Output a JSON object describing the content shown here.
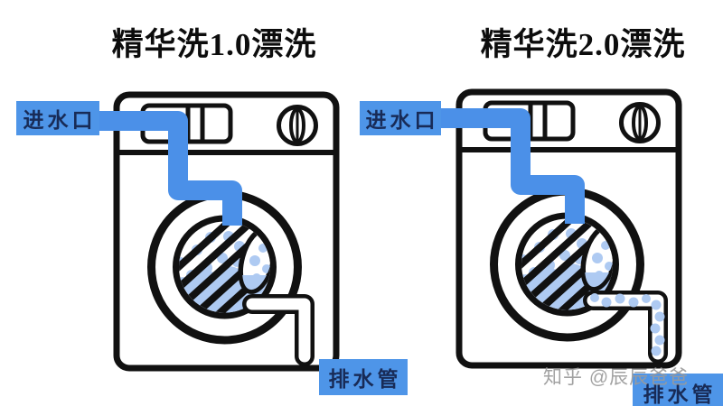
{
  "diagram": {
    "left_machine": {
      "title": "精华洗1.0漂洗",
      "inlet_label": "进水口",
      "drain_label": "排水管"
    },
    "right_machine": {
      "title": "精华洗2.0漂洗",
      "inlet_label": "进水口",
      "drain_label": "排水管"
    }
  },
  "watermark": "知乎 @辰辰爸爸",
  "colors": {
    "pipe_blue": "#4B90E8",
    "label_blue": "#4E95E8",
    "label_text_navy": "#182B57",
    "water_light_blue": "#AECAF2",
    "outline": "#111111",
    "watermark_gray": "#9B9B9B"
  }
}
